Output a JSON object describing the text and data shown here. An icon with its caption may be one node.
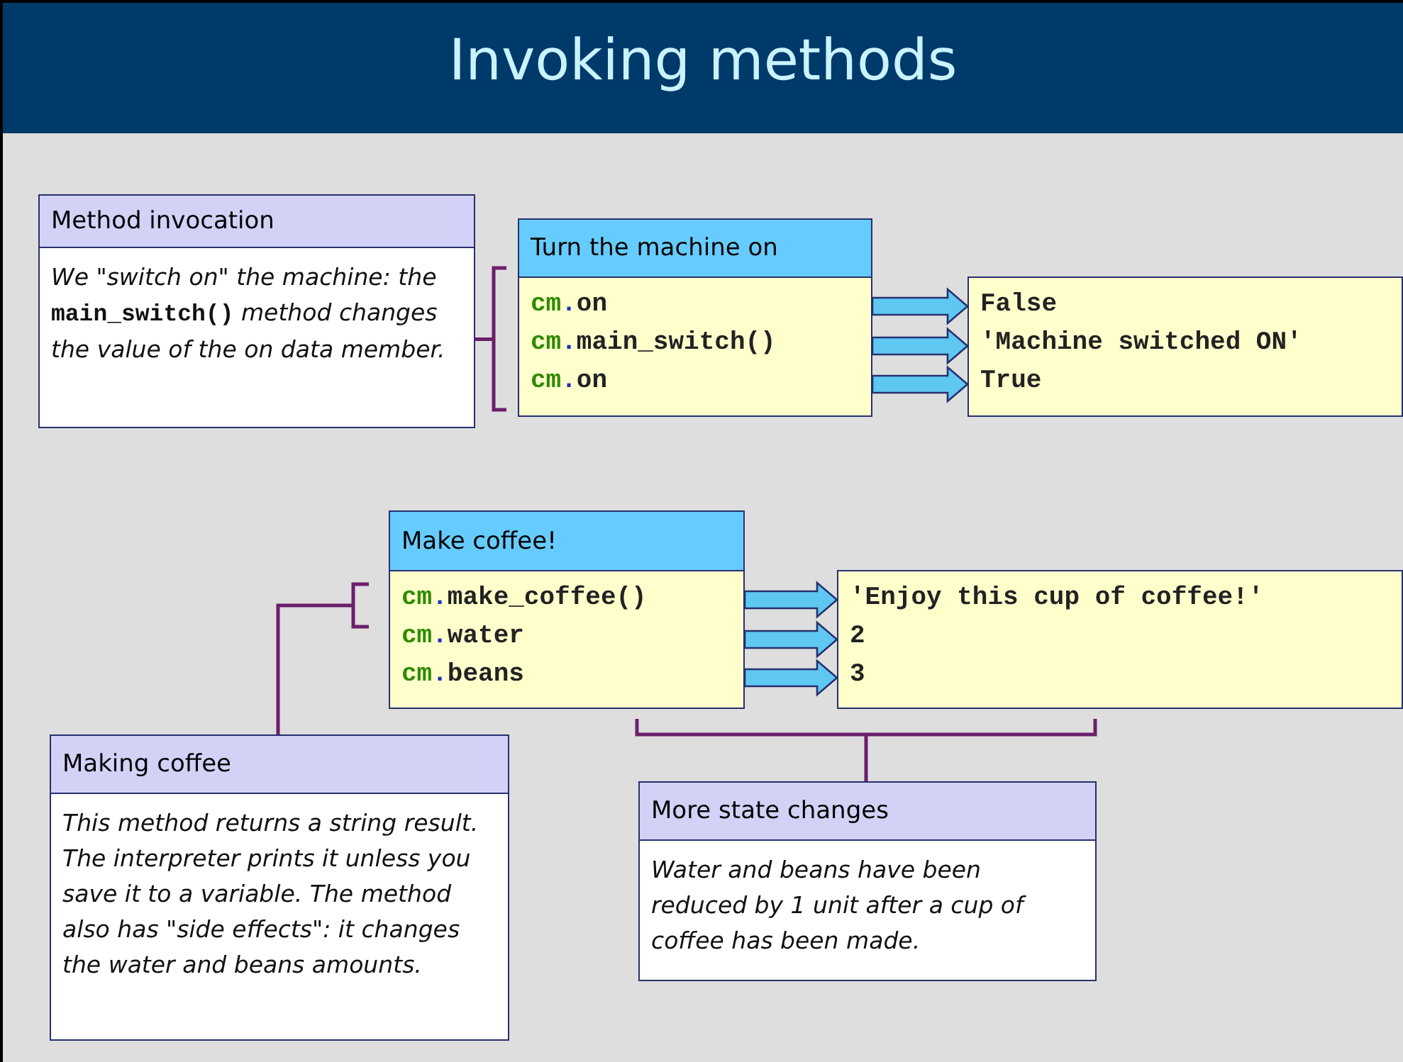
{
  "diagram": {
    "title": "Invoking methods",
    "nodes": [
      {
        "text": [
          "Method invocation",
          "We \"switch on\" the machine: the **main_switch()** method changes the value of the on data member."
        ]
      },
      {
        "text": [
          "Turn the machine on",
          "cm.on",
          "cm.main_switch()",
          "cm.on"
        ]
      },
      {
        "text": [
          "False",
          "'Machine switched ON'",
          "True"
        ]
      },
      {
        "text": [
          "Make coffee!",
          "cm.make_coffee()",
          "cm.water",
          "cm.beans"
        ]
      },
      {
        "text": [
          "'Enjoy this cup of coffee!'",
          "2",
          "3"
        ]
      },
      {
        "text": [
          "Making coffee",
          "This method returns a string result. The interpreter prints it unless you save it to a variable. The method also has \"side effects\": it changes the water and beans amounts."
        ]
      },
      {
        "text": [
          "More state changes",
          "Water and beans have been reduced by 1 unit after a cup of coffee has been made."
        ]
      }
    ],
    "edges": [
      {
        "from": 0,
        "to": 1,
        "arrow": "none",
        "color": "#6b1f6b"
      },
      {
        "from": 1,
        "to": 2,
        "arrow": "to"
      },
      {
        "from": 1,
        "to": 2,
        "arrow": "to"
      },
      {
        "from": 1,
        "to": 2,
        "arrow": "to"
      },
      {
        "from": 5,
        "to": 3,
        "arrow": "none",
        "color": "#6b1f6b"
      },
      {
        "from": 3,
        "to": 4,
        "arrow": "to"
      },
      {
        "from": 3,
        "to": 4,
        "arrow": "to"
      },
      {
        "from": 3,
        "to": 4,
        "arrow": "to"
      },
      {
        "from": 6,
        "to": 4,
        "arrow": "none",
        "color": "#6b1f6b"
      }
    ]
  }
}
